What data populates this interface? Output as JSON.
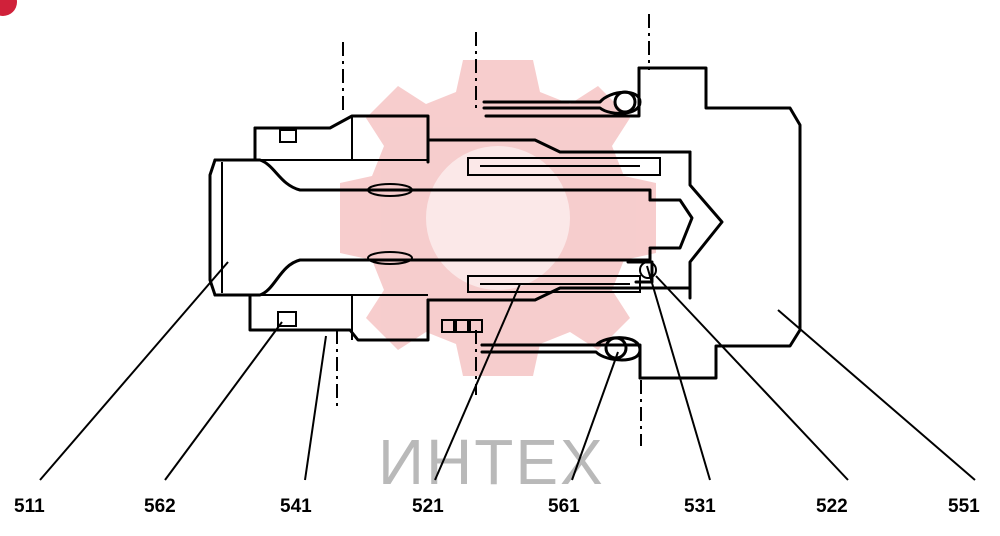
{
  "watermark": {
    "text": "ИНТЕХ",
    "color": "#f4c4c4"
  },
  "corner_badge": {
    "color": "#d0213a"
  },
  "diagram": {
    "part_labels": [
      {
        "id": "511",
        "text": "511"
      },
      {
        "id": "562",
        "text": "562"
      },
      {
        "id": "541",
        "text": "541"
      },
      {
        "id": "521",
        "text": "521"
      },
      {
        "id": "561",
        "text": "561"
      },
      {
        "id": "531",
        "text": "531"
      },
      {
        "id": "522",
        "text": "522"
      },
      {
        "id": "551",
        "text": "551"
      }
    ]
  }
}
